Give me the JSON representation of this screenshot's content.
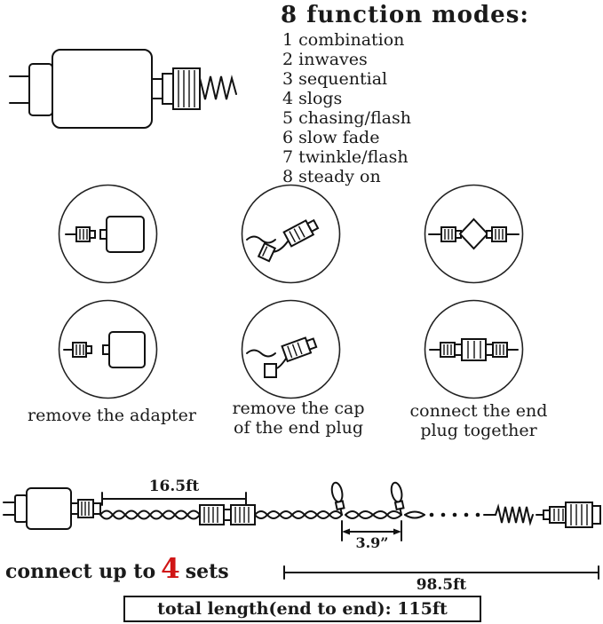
{
  "modes_panel": {
    "title": "8 function modes:",
    "items": [
      "1 combination",
      "2 inwaves",
      "3 sequential",
      "4 slogs",
      "5 chasing/flash",
      "6 slow fade",
      "7 twinkle/flash",
      "8 steady on"
    ]
  },
  "instructions": {
    "captions": [
      {
        "line1": "remove the adapter",
        "line2": ""
      },
      {
        "line1": "remove the cap",
        "line2": "of the end plug"
      },
      {
        "line1": "connect the end",
        "line2": "plug together"
      }
    ]
  },
  "wiring_diagram": {
    "adapter_segment_label": "16.5ft",
    "bulb_spacing_label": "3.9”",
    "main_segment_label": "98.5ft",
    "connect_prefix": "connect up to",
    "connect_count": "4",
    "connect_suffix": "sets",
    "total_length_label": "total length(end to end): 115ft"
  },
  "colors": {
    "ink": "#1a1a1a",
    "accent_red": "#d01616"
  }
}
